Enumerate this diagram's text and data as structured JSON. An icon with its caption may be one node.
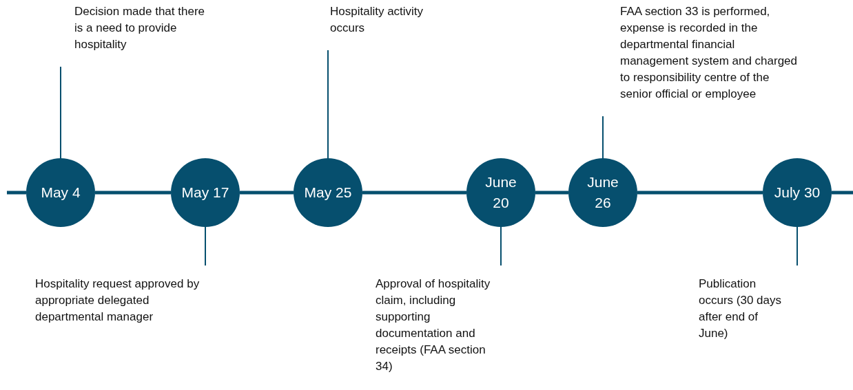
{
  "diagram": {
    "nodes": [
      {
        "text": [
          "May 4"
        ]
      },
      {
        "text": [
          "May 17"
        ]
      },
      {
        "text": [
          "May 25"
        ]
      },
      {
        "text": [
          "June 20"
        ]
      },
      {
        "text": [
          "June 26"
        ]
      },
      {
        "text": [
          "July 30"
        ]
      },
      {
        "text": [
          "Decision made that there is a need to provide hospitality"
        ]
      },
      {
        "text": [
          "Hospitality activity occurs"
        ]
      },
      {
        "text": [
          "FAA section 33 is performed, expense is recorded in the departmental financial management system and charged to responsibility centre of the senior official or employee"
        ]
      },
      {
        "text": [
          "Hospitality request approved by appropriate delegated departmental manager"
        ]
      },
      {
        "text": [
          "Approval of hospitality claim, including supporting documentation and receipts (FAA section 34)"
        ]
      },
      {
        "text": [
          "Publication occurs (30 days after end of June)"
        ]
      }
    ],
    "edges": [
      {
        "from": null,
        "to": 0,
        "arrow": "none"
      },
      {
        "from": 0,
        "to": 1,
        "arrow": "none"
      },
      {
        "from": 1,
        "to": 2,
        "arrow": "none"
      },
      {
        "from": 2,
        "to": 3,
        "arrow": "none"
      },
      {
        "from": 3,
        "to": 4,
        "arrow": "none"
      },
      {
        "from": 4,
        "to": 5,
        "arrow": "none"
      },
      {
        "from": 5,
        "to": null,
        "arrow": "none"
      },
      {
        "from": 6,
        "to": 0,
        "arrow": "none"
      },
      {
        "from": 7,
        "to": 2,
        "arrow": "none"
      },
      {
        "from": 8,
        "to": 4,
        "arrow": "none"
      },
      {
        "from": 9,
        "to": 1,
        "arrow": "none"
      },
      {
        "from": 10,
        "to": 3,
        "arrow": "none"
      },
      {
        "from": 11,
        "to": 5,
        "arrow": "none"
      }
    ]
  }
}
